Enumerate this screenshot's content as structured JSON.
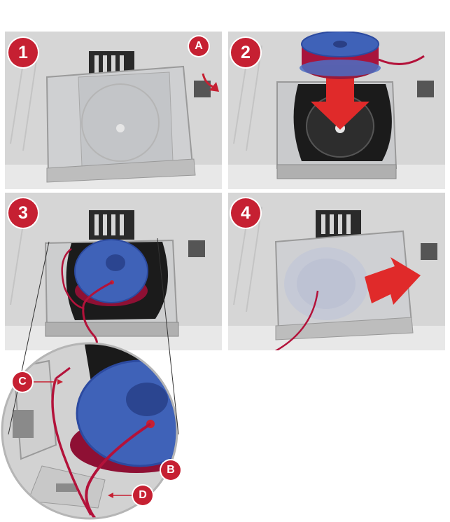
{
  "steps": [
    {
      "number": "1"
    },
    {
      "number": "2"
    },
    {
      "number": "3"
    },
    {
      "number": "4"
    }
  ],
  "callouts": {
    "a": "A",
    "b": "B",
    "c": "C",
    "d": "D"
  },
  "colors": {
    "badge": "#c62032",
    "bobbin_blue": "#3f62b8",
    "thread_red": "#b3123a",
    "arrow_red": "#e02a2a",
    "plate_grey": "#d9d9d9"
  }
}
